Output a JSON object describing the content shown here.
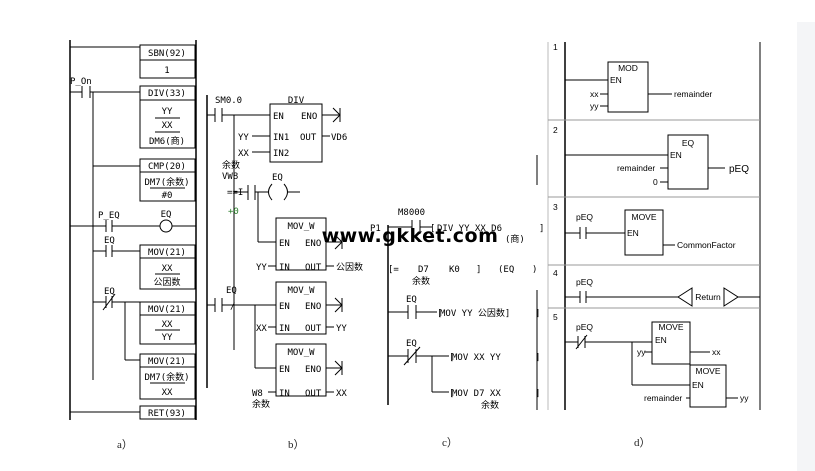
{
  "panels": {
    "a": {
      "label": "a）",
      "sbn": "SBN(92)",
      "sbn_val": "1",
      "contact_p_on": "P_On",
      "div": "DIV(33)",
      "div_yy": "YY",
      "div_xx": "XX",
      "div_dm6": "DM6(商)",
      "cmp": "CMP(20)",
      "cmp_dm7": "DM7(余数)",
      "cmp_zero": "#0",
      "contact_p_eq": "P_EQ",
      "coil_eq": "EQ",
      "contact_eq1": "EQ",
      "mov1": "MOV(21)",
      "mov1_xx": "XX",
      "mov1_gys": "公因数",
      "contact_eq2": "EQ",
      "mov2": "MOV(21)",
      "mov2_xx": "XX",
      "mov2_yy": "YY",
      "mov3": "MOV(21)",
      "mov3_dm7": "DM7(余数)",
      "mov3_xx": "XX",
      "ret": "RET(93)"
    },
    "b": {
      "label": "b）",
      "contact_sm": "SM0.0",
      "div_title": "DIV",
      "en": "EN",
      "eno": "ENO",
      "in1": "IN1",
      "in2": "IN2",
      "out": "OUT",
      "div_yy": "YY",
      "div_xx": "XX",
      "div_vd6": "VD6",
      "cmp_yushu": "余数",
      "cmp_vw8": "VW8",
      "cmp_op": "==I",
      "cmp_zero": "+0",
      "coil_eq": "EQ",
      "mov_title": "MOV_W",
      "in": "IN",
      "mov1_yy": "YY",
      "mov1_gys": "公因数",
      "contact_eq": "EQ",
      "contact_not": "/",
      "mov2_xx": "XX",
      "mov2_yy": "YY",
      "mov3_w8": "W8",
      "mov3_yushu": "余数",
      "mov3_xx": "XX"
    },
    "c": {
      "label": "c）",
      "m8000": "M8000",
      "p1": "P1",
      "div_instr": "DIV  YY  XX  D6",
      "div_shang": "(商)",
      "cmp_open": "[=",
      "cmp_d7": "D7",
      "cmp_k0": "K0",
      "cmp_eq": "(EQ",
      "cmp_yushu": "余数",
      "contact_eq1": "EQ",
      "mov1": "MOV  YY  公因数]",
      "contact_eq2": "EQ",
      "mov2": "MOV  XX  YY",
      "mov3": "MOV  D7  XX",
      "mov3_yushu": "余数"
    },
    "d": {
      "label": "d）",
      "n1": "1",
      "n2": "2",
      "n3": "3",
      "n4": "4",
      "n5": "5",
      "mod": "MOD",
      "en": "EN",
      "xx": "xx",
      "yy": "yy",
      "remainder": "remainder",
      "eq": "EQ",
      "zero": "0",
      "peq_out": "pEQ",
      "peq": "pEQ",
      "move": "MOVE",
      "common_factor": "CommonFactor",
      "ret": "Return",
      "xx_out": "xx",
      "yy_out": "yy"
    }
  },
  "watermark": "www.gkket.com"
}
